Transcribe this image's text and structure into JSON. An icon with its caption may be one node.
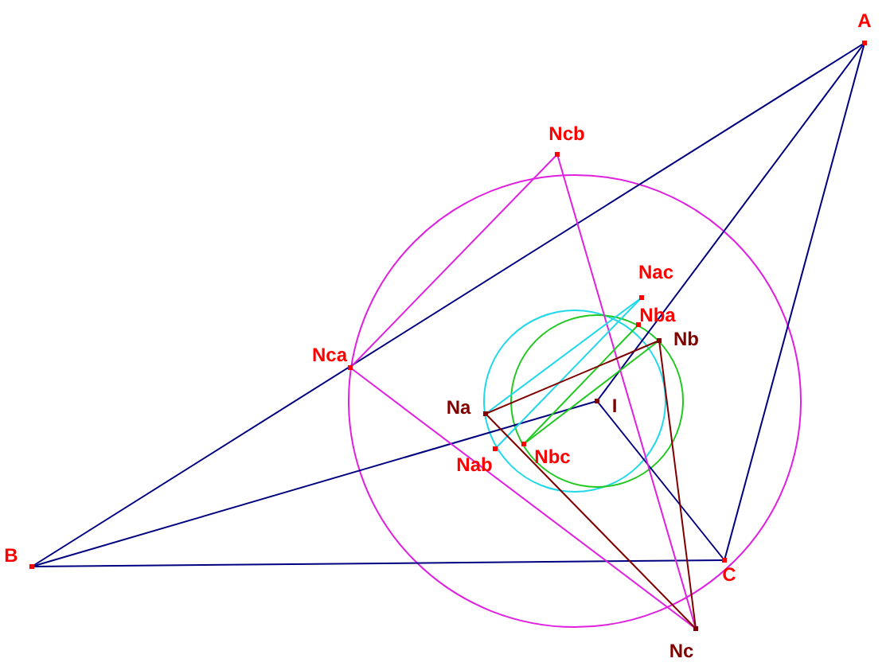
{
  "diagram": {
    "nodes": [
      {
        "text": [
          "A"
        ]
      },
      {
        "text": [
          "Ncb"
        ]
      },
      {
        "text": [
          "Nac"
        ]
      },
      {
        "text": [
          "Nba"
        ]
      },
      {
        "text": [
          "Nca"
        ]
      },
      {
        "text": [
          "Nb"
        ]
      },
      {
        "text": [
          "Na"
        ]
      },
      {
        "text": [
          "I"
        ]
      },
      {
        "text": [
          "Nab"
        ]
      },
      {
        "text": [
          "Nbc"
        ]
      },
      {
        "text": [
          "B"
        ]
      },
      {
        "text": [
          "C"
        ]
      },
      {
        "text": [
          "Nc"
        ]
      }
    ],
    "edges": [
      {
        "from": 10,
        "to": 0,
        "arrow": "none"
      },
      {
        "from": 0,
        "to": 11,
        "arrow": "none"
      },
      {
        "from": 10,
        "to": 11,
        "arrow": "none"
      },
      {
        "from": 10,
        "to": 7,
        "arrow": "none"
      },
      {
        "from": 0,
        "to": 7,
        "arrow": "none"
      },
      {
        "from": 11,
        "to": 7,
        "arrow": "none"
      },
      {
        "from": 1,
        "to": 4,
        "arrow": "none",
        "color": "#e020e0"
      },
      {
        "from": 1,
        "to": 12,
        "arrow": "none",
        "color": "#e020e0"
      },
      {
        "from": 4,
        "to": 12,
        "arrow": "none",
        "color": "#e020e0"
      },
      {
        "from": 6,
        "to": 2,
        "arrow": "none",
        "color": "#20d8e8"
      },
      {
        "from": 8,
        "to": 2,
        "arrow": "none",
        "color": "#20d8e8"
      },
      {
        "from": 9,
        "to": 3,
        "arrow": "none",
        "color": "#20c820"
      },
      {
        "from": 9,
        "to": 5,
        "arrow": "none",
        "color": "#20c820"
      },
      {
        "from": 6,
        "to": 5,
        "arrow": "none",
        "color": "#800000"
      },
      {
        "from": 6,
        "to": 12,
        "arrow": "none",
        "color": "#800000"
      },
      {
        "from": 5,
        "to": 12,
        "arrow": "none",
        "color": "#800000"
      }
    ]
  }
}
